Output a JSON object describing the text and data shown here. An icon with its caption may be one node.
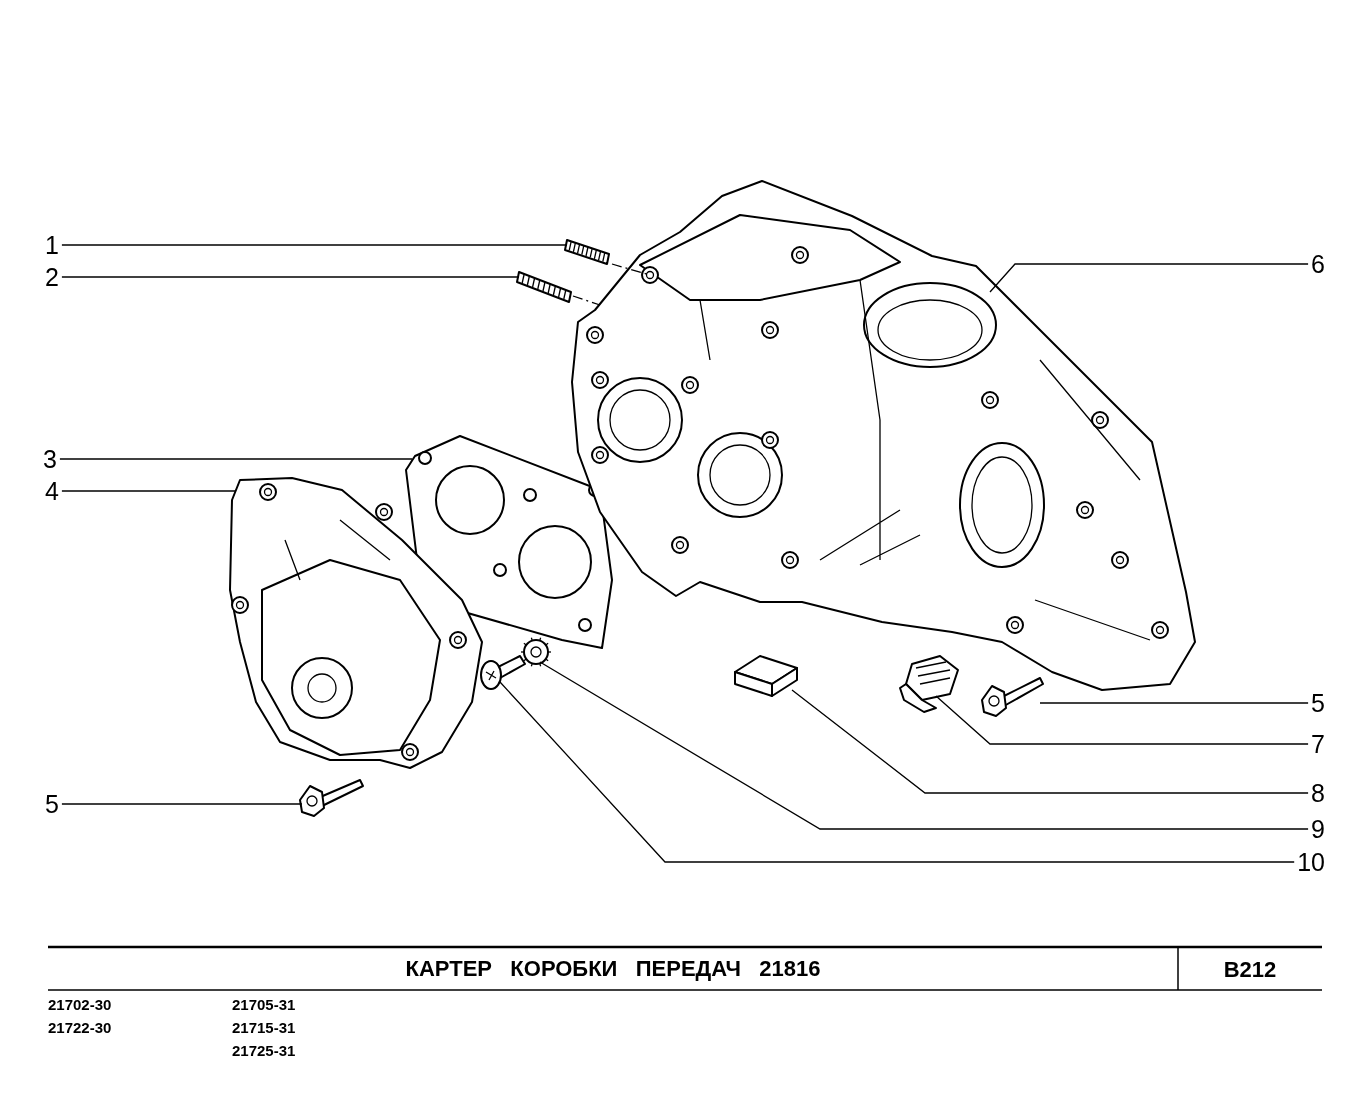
{
  "diagram": {
    "title": "КАРТЕР   КОРОБКИ   ПЕРЕДАЧ   21816",
    "nodes": [
      {
        "text": [
          "1"
        ]
      },
      {
        "text": [
          "2"
        ]
      },
      {
        "text": [
          "3"
        ]
      },
      {
        "text": [
          "4"
        ]
      },
      {
        "text": [
          "5"
        ]
      },
      {
        "text": [
          "6"
        ]
      },
      {
        "text": [
          "5"
        ]
      },
      {
        "text": [
          "7"
        ]
      },
      {
        "text": [
          "8"
        ]
      },
      {
        "text": [
          "9"
        ]
      },
      {
        "text": [
          "10"
        ]
      },
      {
        "text": [],
        "shape": "picture"
      },
      {
        "text": [],
        "shape": "picture"
      },
      {
        "text": [],
        "shape": "picture"
      },
      {
        "text": [],
        "shape": "picture"
      },
      {
        "text": [],
        "shape": "picture"
      },
      {
        "text": [],
        "shape": "picture"
      },
      {
        "text": [],
        "shape": "picture"
      },
      {
        "text": [],
        "shape": "picture"
      },
      {
        "text": [],
        "shape": "picture"
      },
      {
        "text": [],
        "shape": "picture"
      },
      {
        "text": [],
        "shape": "picture"
      }
    ],
    "edges": [
      {
        "from": 0,
        "to": 11,
        "arrow": "none"
      },
      {
        "from": 1,
        "to": 12,
        "arrow": "none"
      },
      {
        "from": 2,
        "to": 13,
        "arrow": "none"
      },
      {
        "from": 3,
        "to": 14,
        "arrow": "none"
      },
      {
        "from": 4,
        "to": 15,
        "arrow": "none"
      },
      {
        "from": 5,
        "to": 16,
        "arrow": "none"
      },
      {
        "from": 6,
        "to": 17,
        "arrow": "none"
      },
      {
        "from": 7,
        "to": 18,
        "arrow": "none"
      },
      {
        "from": 8,
        "to": 19,
        "arrow": "none"
      },
      {
        "from": 9,
        "to": 20,
        "arrow": "none"
      },
      {
        "from": 10,
        "to": 21,
        "arrow": "none"
      },
      {
        "from": 11,
        "to": 16,
        "arrow": "none",
        "style": "dashed"
      },
      {
        "from": 12,
        "to": 16,
        "arrow": "none",
        "style": "dashed"
      }
    ],
    "labels": [
      "B212",
      "21702-30",
      "21705-31",
      "21722-30",
      "21715-31",
      "21725-31"
    ]
  }
}
